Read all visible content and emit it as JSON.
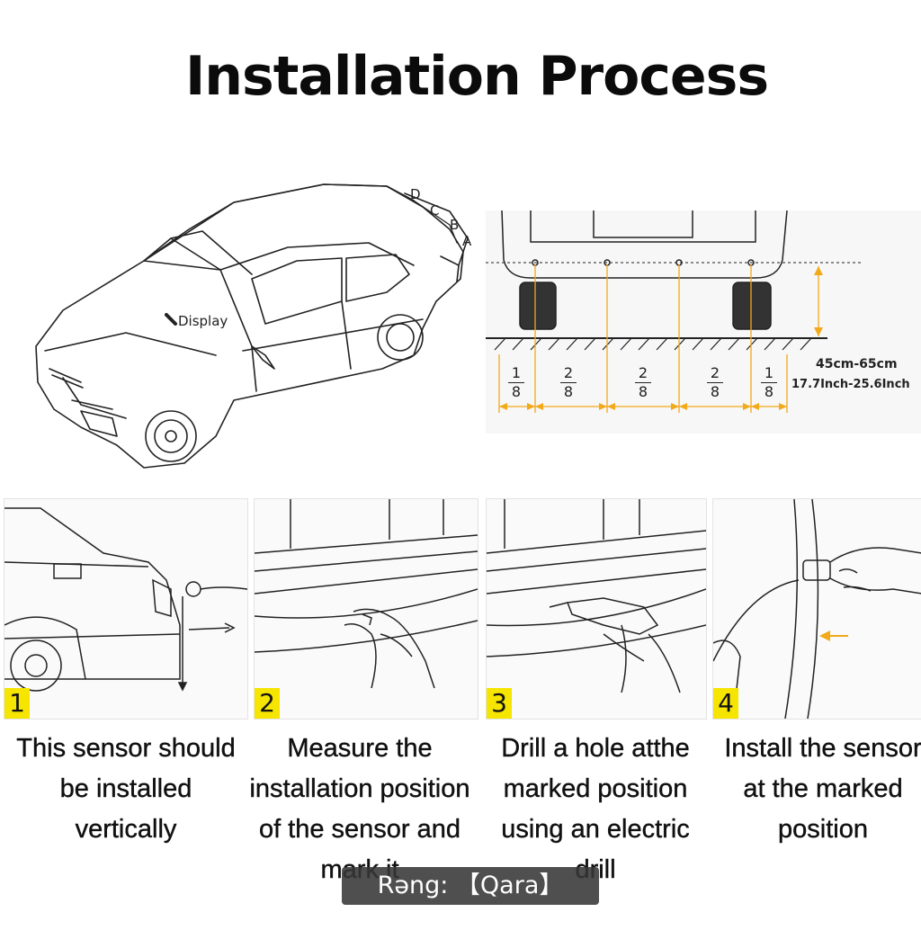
{
  "title": "Installation Process",
  "car": {
    "sensor_labels": [
      "D",
      "C",
      "B",
      "A"
    ],
    "display_label": "Display"
  },
  "measure": {
    "fractions": [
      {
        "num": "1",
        "den": "8"
      },
      {
        "num": "2",
        "den": "8"
      },
      {
        "num": "2",
        "den": "8"
      },
      {
        "num": "2",
        "den": "8"
      },
      {
        "num": "1",
        "den": "8"
      }
    ],
    "height_cm": "45cm-65cm",
    "height_in": "17.7Inch-25.6Inch",
    "colors": {
      "accent": "#f2a91a"
    }
  },
  "steps": [
    {
      "num": "1",
      "text": "This sensor should be installed vertically"
    },
    {
      "num": "2",
      "text": "Measure the installation position of the sensor and mark it"
    },
    {
      "num": "3",
      "text": "Drill a hole atthe marked position using an electric drill"
    },
    {
      "num": "4",
      "text": "Install the sensor at the marked position"
    }
  ],
  "overlay": {
    "text": "Rəng:  【Qara】"
  }
}
